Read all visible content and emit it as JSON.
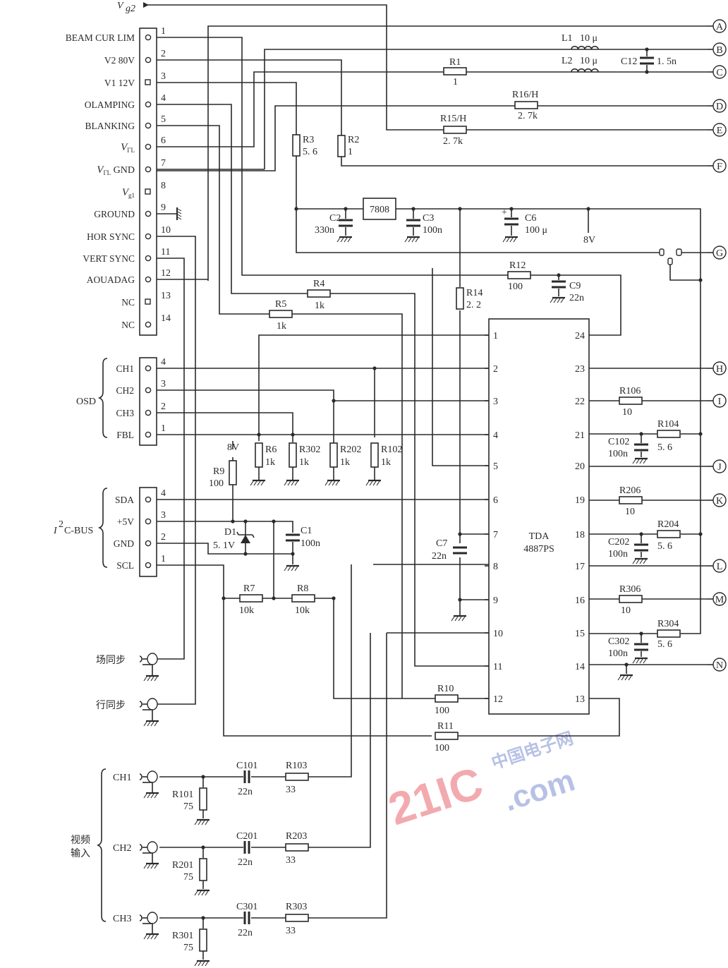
{
  "title": "TDA4887PS video amplifier interface schematic",
  "vg2_label": "V",
  "vg2_sub": "g2",
  "main_connector": {
    "pins": [
      {
        "num": "1",
        "name": "BEAM CUR LIM"
      },
      {
        "num": "2",
        "name": "V2 80V"
      },
      {
        "num": "3",
        "name": "V1 12V"
      },
      {
        "num": "4",
        "name": "OLAMPING"
      },
      {
        "num": "5",
        "name": "BLANKING"
      },
      {
        "num": "6",
        "name": "V",
        "sub": "ГL"
      },
      {
        "num": "7",
        "name": "V",
        "sub": "ГL",
        "suffix": "GND"
      },
      {
        "num": "8",
        "name": "V",
        "sub": "g1"
      },
      {
        "num": "9",
        "name": "GROUND"
      },
      {
        "num": "10",
        "name": "HOR SYNC"
      },
      {
        "num": "11",
        "name": "VERT SYNC"
      },
      {
        "num": "12",
        "name": "AOUADAG"
      },
      {
        "num": "13",
        "name": "NC"
      },
      {
        "num": "14",
        "name": "NC"
      }
    ]
  },
  "osd_connector": {
    "group_label": "OSD",
    "pins": [
      {
        "num": "4",
        "name": "CH1"
      },
      {
        "num": "3",
        "name": "CH2"
      },
      {
        "num": "2",
        "name": "CH3"
      },
      {
        "num": "1",
        "name": "FBL"
      }
    ]
  },
  "i2c_connector": {
    "group_label_prefix": "I",
    "group_label_sup": "2",
    "group_label_suffix": "C-BUS",
    "pins": [
      {
        "num": "4",
        "name": "SDA"
      },
      {
        "num": "3",
        "name": "+5V"
      },
      {
        "num": "2",
        "name": "GND"
      },
      {
        "num": "1",
        "name": "SCL"
      }
    ]
  },
  "sync_inputs": {
    "vertical": "场同步",
    "horizontal": "行同步"
  },
  "video_inputs": {
    "group_label_line1": "视频",
    "group_label_line2": "输入",
    "channels": [
      {
        "name": "CH1",
        "shunt": {
          "ref": "R101",
          "value": "75"
        },
        "cap": {
          "ref": "C101",
          "value": "22n"
        },
        "series": {
          "ref": "R103",
          "value": "33"
        }
      },
      {
        "name": "CH2",
        "shunt": {
          "ref": "R201",
          "value": "75"
        },
        "cap": {
          "ref": "C201",
          "value": "22n"
        },
        "series": {
          "ref": "R203",
          "value": "33"
        }
      },
      {
        "name": "CH3",
        "shunt": {
          "ref": "R301",
          "value": "75"
        },
        "cap": {
          "ref": "C301",
          "value": "22n"
        },
        "series": {
          "ref": "R303",
          "value": "33"
        }
      }
    ]
  },
  "ic": {
    "line1": "TDA",
    "line2": "4887PS",
    "left_pins": [
      "1",
      "2",
      "3",
      "4",
      "5",
      "6",
      "7",
      "8",
      "9",
      "10",
      "11",
      "12"
    ],
    "right_pins": [
      "24",
      "23",
      "22",
      "21",
      "20",
      "19",
      "18",
      "17",
      "16",
      "15",
      "14",
      "13"
    ]
  },
  "regulator": {
    "label": "7808"
  },
  "rail_label": "8V",
  "r9_supply": "8V",
  "components": {
    "L1": {
      "ref": "L1",
      "value": "10 μ"
    },
    "L2": {
      "ref": "L2",
      "value": "10 μ"
    },
    "C12": {
      "ref": "C12",
      "value": "1. 5n"
    },
    "R1": {
      "ref": "R1",
      "value": "1"
    },
    "R16": {
      "ref": "R16/H",
      "value": "2. 7k"
    },
    "R15": {
      "ref": "R15/H",
      "value": "2. 7k"
    },
    "R3": {
      "ref": "R3",
      "value": "5. 6"
    },
    "R2": {
      "ref": "R2",
      "value": "1"
    },
    "C2": {
      "ref": "C2",
      "value": "330n"
    },
    "C3": {
      "ref": "C3",
      "value": "100n"
    },
    "C6": {
      "ref": "C6",
      "value": "100 μ",
      "polarity": "+"
    },
    "R12": {
      "ref": "R12",
      "value": "100"
    },
    "C9": {
      "ref": "C9",
      "value": "22n"
    },
    "R14": {
      "ref": "R14",
      "value": "2. 2"
    },
    "R4": {
      "ref": "R4",
      "value": "1k"
    },
    "R5": {
      "ref": "R5",
      "value": "1k"
    },
    "R6": {
      "ref": "R6",
      "value": "1k"
    },
    "R302": {
      "ref": "R302",
      "value": "1k"
    },
    "R202": {
      "ref": "R202",
      "value": "1k"
    },
    "R102": {
      "ref": "R102",
      "value": "1k"
    },
    "R9": {
      "ref": "R9",
      "value": "100"
    },
    "D1": {
      "ref": "D1",
      "value": "5. 1V"
    },
    "C1": {
      "ref": "C1",
      "value": "100n"
    },
    "C7": {
      "ref": "C7",
      "value": "22n"
    },
    "R7": {
      "ref": "R7",
      "value": "10k"
    },
    "R8": {
      "ref": "R8",
      "value": "10k"
    },
    "R10": {
      "ref": "R10",
      "value": "100"
    },
    "R11": {
      "ref": "R11",
      "value": "100"
    },
    "R106": {
      "ref": "R106",
      "value": "10"
    },
    "R104": {
      "ref": "R104",
      "value": "5. 6"
    },
    "C102": {
      "ref": "C102",
      "value": "100n"
    },
    "R206": {
      "ref": "R206",
      "value": "10"
    },
    "R204": {
      "ref": "R204",
      "value": "5. 6"
    },
    "C202": {
      "ref": "C202",
      "value": "100n"
    },
    "R306": {
      "ref": "R306",
      "value": "10"
    },
    "R304": {
      "ref": "R304",
      "value": "5. 6"
    },
    "C302": {
      "ref": "C302",
      "value": "100n"
    }
  },
  "terminals": [
    "A",
    "B",
    "C",
    "D",
    "E",
    "F",
    "G",
    "H",
    "I",
    "J",
    "K",
    "L",
    "M",
    "N"
  ],
  "watermark": {
    "brand": "21IC",
    "cn": "中国电子网",
    "domain": ".com"
  }
}
